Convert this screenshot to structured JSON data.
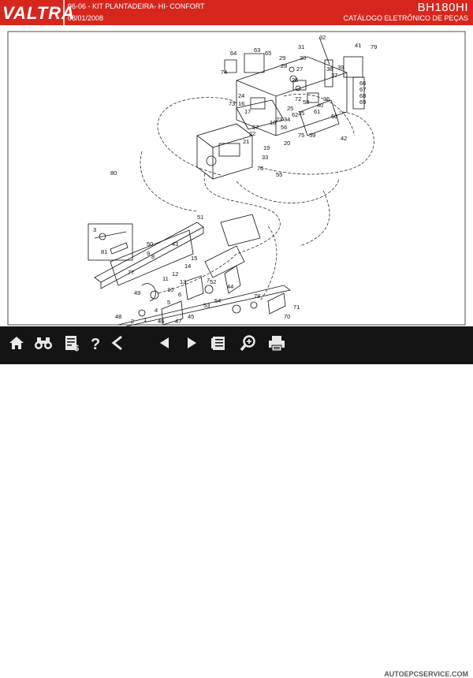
{
  "header": {
    "brand": "VALTRA",
    "doc_title": "96-06 - KIT PLANTADEIRA- HI- CONFORT",
    "doc_date": "08/01/2008",
    "model": "BH180HI",
    "catalog": "CATÁLOGO ELETRÔNICO DE PEÇAS",
    "accent_color": "#d7271d"
  },
  "diagram": {
    "part_numbers": [
      "32",
      "41",
      "79",
      "63",
      "65",
      "31",
      "64",
      "30",
      "29",
      "28",
      "27",
      "74",
      "26",
      "38",
      "39",
      "66",
      "67",
      "68",
      "69",
      "37",
      "36",
      "35",
      "40",
      "72",
      "25",
      "24",
      "34",
      "58",
      "61",
      "60",
      "73",
      "16",
      "17",
      "18",
      "56",
      "62",
      "23",
      "57",
      "22",
      "21",
      "20",
      "19",
      "75",
      "59",
      "42",
      "77",
      "33",
      "76",
      "55",
      "80",
      "51",
      "3",
      "81",
      "50",
      "43",
      "8",
      "9",
      "15",
      "14",
      "10",
      "11",
      "12",
      "13",
      "7",
      "6",
      "5",
      "4",
      "52",
      "53",
      "54",
      "44",
      "78",
      "49",
      "48",
      "2",
      "1",
      "45",
      "47",
      "46",
      "70",
      "71"
    ]
  },
  "toolbar": {
    "buttons": [
      {
        "icon": "home-icon"
      },
      {
        "icon": "binoculars-icon"
      },
      {
        "icon": "price-list-icon"
      },
      {
        "icon": "help-icon"
      },
      {
        "icon": "back-icon"
      },
      {
        "icon": "previous-page-icon"
      },
      {
        "icon": "next-page-icon"
      },
      {
        "icon": "parts-list-icon"
      },
      {
        "icon": "zoom-icon"
      },
      {
        "icon": "print-icon"
      }
    ]
  },
  "watermark": "AUTOEPCSERVICE.COM"
}
